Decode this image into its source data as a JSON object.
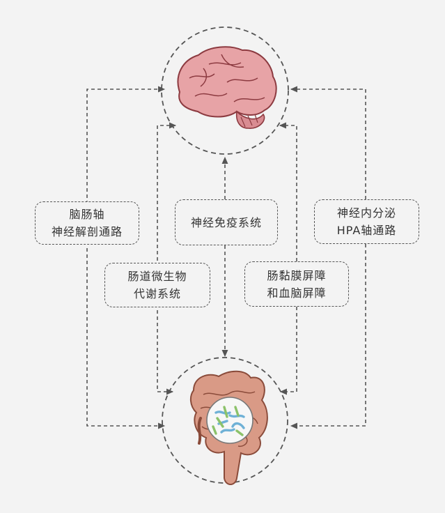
{
  "nodes": {
    "brain": {
      "name": "brain-illustration"
    },
    "gut": {
      "name": "intestine-illustration"
    }
  },
  "pathways": [
    {
      "id": "gut-brain-axis",
      "lines": [
        "脑肠轴",
        "神经解剖通路"
      ]
    },
    {
      "id": "immune",
      "lines": [
        "神经免疫系统",
        ""
      ]
    },
    {
      "id": "hpa",
      "lines": [
        "神经内分泌",
        "HPA轴通路"
      ]
    },
    {
      "id": "microbiota-metabolism",
      "lines": [
        "肠道微生物",
        "代谢系统"
      ]
    },
    {
      "id": "barrier",
      "lines": [
        "肠黏膜屏障",
        "和血脑屏障"
      ]
    }
  ],
  "colors": {
    "background": "#f3f3f3",
    "line": "#555555",
    "brain": "#e7a3a6",
    "brain_outline": "#8c3a40",
    "gut": "#d99a86",
    "bacteria_blue": "#6fb1d6",
    "bacteria_green": "#8cc26a"
  }
}
